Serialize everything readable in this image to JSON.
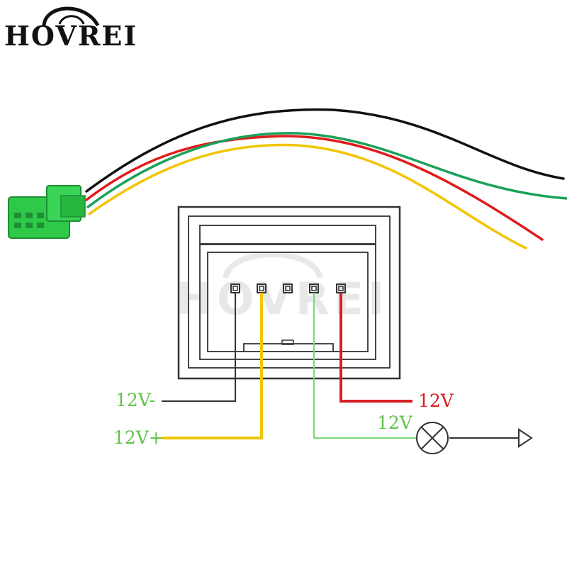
{
  "brand": {
    "logo_text": "HOVREI",
    "watermark_text": "HOVREI"
  },
  "labels": {
    "neg": "12V-",
    "pos": "12V+",
    "red": "12V",
    "green": "12V"
  },
  "colors": {
    "label_green": "#5fc34a",
    "label_red": "#d81f26",
    "wire_black": "#111111",
    "wire_yellow": "#f2c500",
    "wire_green": "#1aa05a",
    "wire_red": "#e01b1b",
    "lead_green": "#7dd87a",
    "connector_green": "#2fc94a",
    "outline": "#333333"
  },
  "icons": {
    "lamp": "lamp-icon",
    "arrow": "arrow-icon",
    "logo": "car-roof-logo-icon",
    "connector": "connector-plug-icon"
  }
}
